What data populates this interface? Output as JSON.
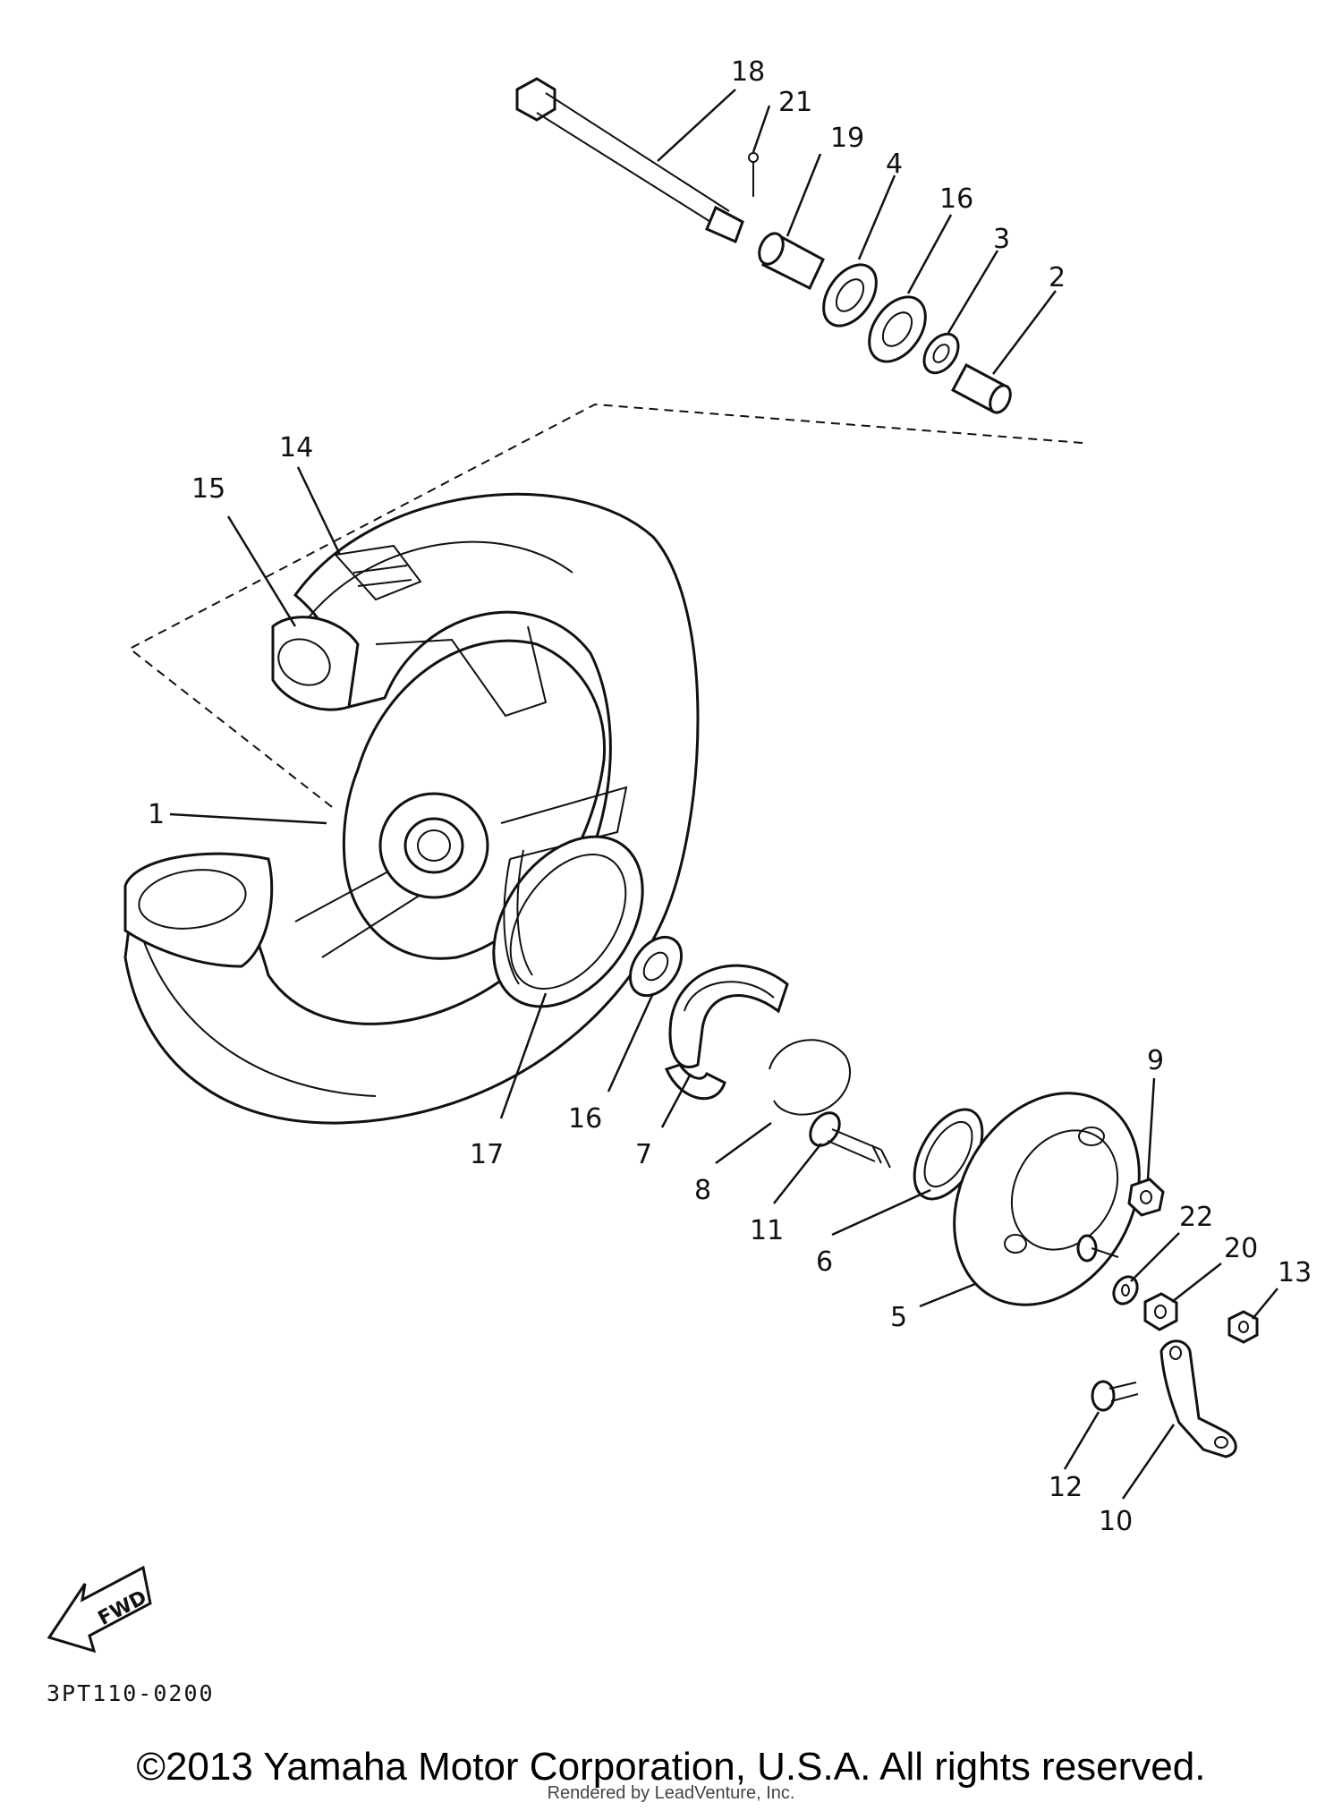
{
  "labels": {
    "l18": "18",
    "l21": "21",
    "l19": "19",
    "l4": "4",
    "l16a": "16",
    "l3": "3",
    "l2": "2",
    "l14": "14",
    "l15": "15",
    "l1": "1",
    "l17": "17",
    "l16b": "16",
    "l7": "7",
    "l8": "8",
    "l11": "11",
    "l6": "6",
    "l5": "5",
    "l9": "9",
    "l22": "22",
    "l20": "20",
    "l13": "13",
    "l12": "12",
    "l10": "10"
  },
  "fwd_label": "FWD",
  "diagram_code": "3PT110-0200",
  "copyright": "©2013 Yamaha Motor Corporation, U.S.A. All rights reserved.",
  "rendered_by": "Rendered by LeadVenture, Inc."
}
